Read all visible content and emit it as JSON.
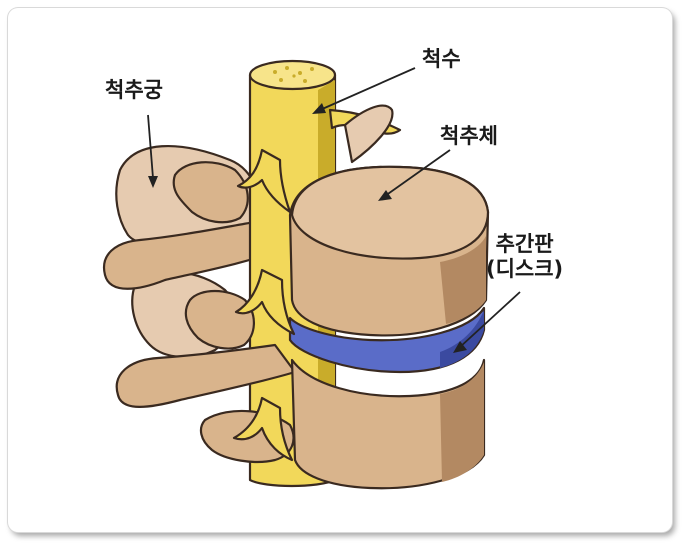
{
  "labels": {
    "vertebral_arch": "척추궁",
    "spinal_cord": "척수",
    "vertebral_body": "척추체",
    "disc_line1": "추간판",
    "disc_line2": "(디스크)"
  },
  "colors": {
    "bone": "#d9b48c",
    "bone_shadow": "#b38962",
    "bone_light": "#ecd2b5",
    "outline": "#3a2a20",
    "spinal_cord": "#f2d85a",
    "spinal_cord_shadow": "#c9ac2a",
    "disc": "#5a6cc8",
    "disc_shadow": "#3b4aa0",
    "text": "#1a1a1a"
  }
}
